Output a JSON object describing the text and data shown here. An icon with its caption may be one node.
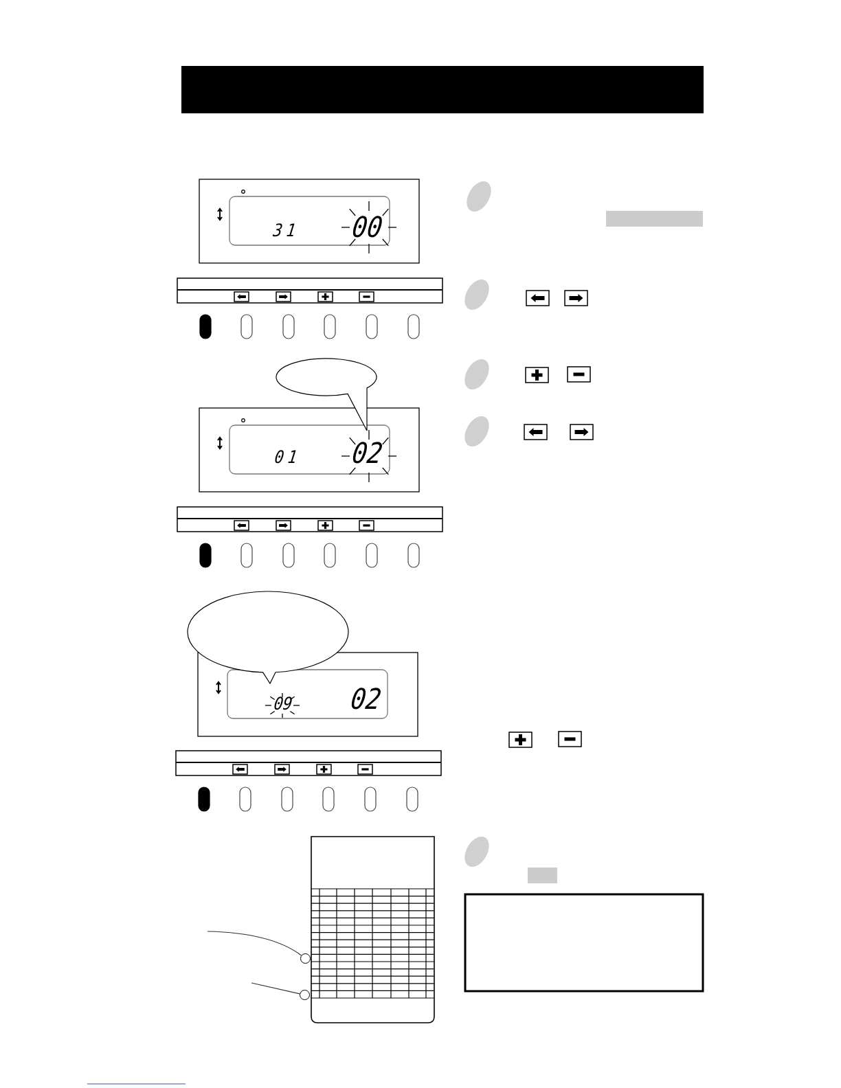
{
  "diagram": {
    "nodes": [
      {
        "text": [],
        "shape": "callout"
      },
      {
        "text": [],
        "shape": "callout"
      },
      {
        "text": [],
        "shape": "box"
      },
      {
        "text": [],
        "shape": "circle"
      },
      {
        "text": [],
        "shape": "circle"
      }
    ],
    "edges": [
      {
        "from": null,
        "to": 3,
        "arrow": "none"
      },
      {
        "from": null,
        "to": 4,
        "arrow": "none"
      }
    ],
    "labels": [
      "31",
      "00",
      "01",
      "02",
      "09",
      "02"
    ]
  }
}
